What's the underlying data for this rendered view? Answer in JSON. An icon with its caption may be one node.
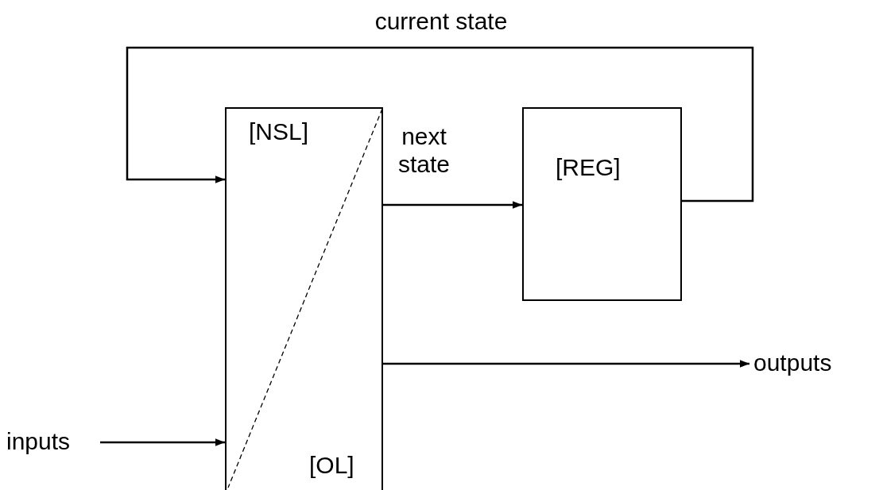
{
  "diagram": {
    "nodes": [
      {
        "text": [
          "[NSL]",
          "[OL]"
        ]
      },
      {
        "text": [
          "[REG]"
        ]
      },
      {
        "text": [
          "inputs"
        ]
      },
      {
        "text": [
          "outputs"
        ]
      }
    ],
    "edges": [
      {
        "from": 2,
        "to": 0,
        "arrow": "to"
      },
      {
        "from": 0,
        "to": 1,
        "arrow": "to",
        "label": "next state"
      },
      {
        "from": 1,
        "to": 0,
        "arrow": "to",
        "label": "current state"
      },
      {
        "from": 0,
        "to": 3,
        "arrow": "to"
      }
    ]
  }
}
